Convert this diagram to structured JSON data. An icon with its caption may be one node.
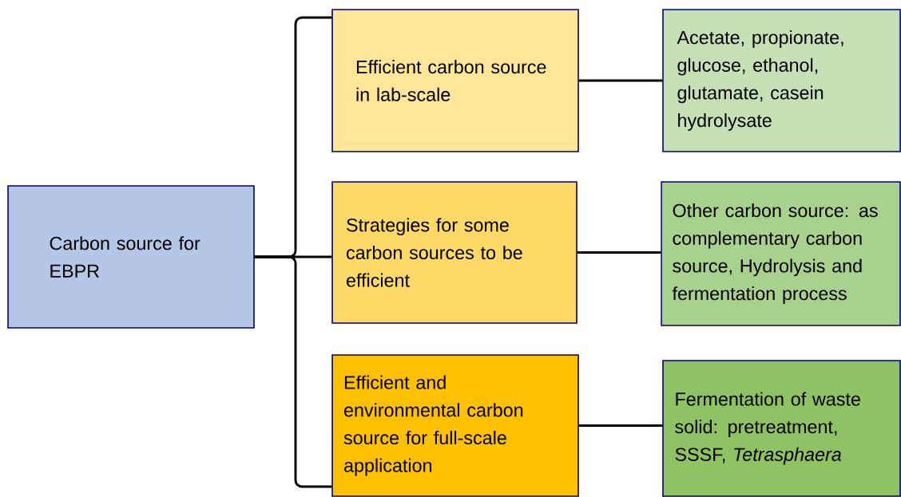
{
  "diagram": {
    "nodes": [
      {
        "text": [
          "Carbon source for EBPR"
        ]
      },
      {
        "text": [
          "Efficient carbon source in lab-scale"
        ]
      },
      {
        "text": [
          "Strategies for some carbon sources to be efficient"
        ]
      },
      {
        "text": [
          "Efficient and environmental carbon source for full-scale application"
        ]
      },
      {
        "text": [
          "Acetate, propionate, glucose, ethanol, glutamate, casein hydrolysate"
        ]
      },
      {
        "text": [
          "Other carbon source: as complementary carbon source, Hydrolysis and fermentation process"
        ]
      },
      {
        "text": [
          "Fermentation of waste solid: pretreatment, SSSF, *Tetrasphaera*"
        ]
      }
    ],
    "edges": [
      {
        "from": 0,
        "to": 1,
        "arrow": "none"
      },
      {
        "from": 0,
        "to": 2,
        "arrow": "none"
      },
      {
        "from": 0,
        "to": 3,
        "arrow": "none"
      },
      {
        "from": 1,
        "to": 4,
        "arrow": "none"
      },
      {
        "from": 2,
        "to": 5,
        "arrow": "none"
      },
      {
        "from": 3,
        "to": 6,
        "arrow": "none"
      }
    ]
  }
}
